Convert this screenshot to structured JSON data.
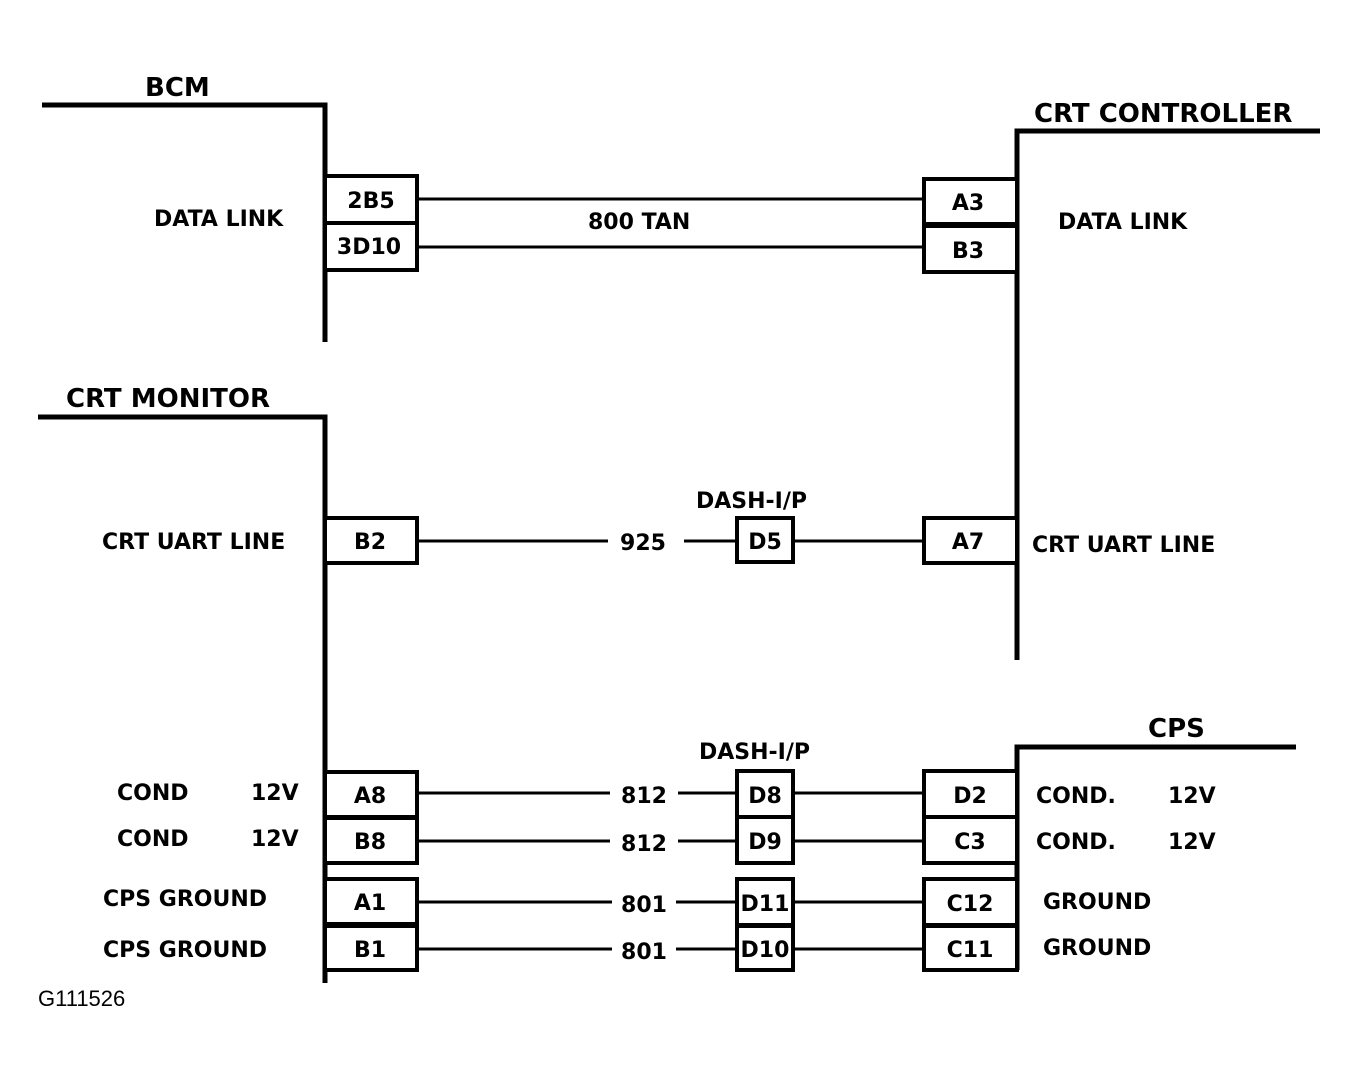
{
  "components": {
    "bcm": {
      "title": "BCM",
      "data_link_label": "DATA LINK",
      "pins": [
        "2B5",
        "3D10"
      ]
    },
    "crt_controller": {
      "title": "CRT CONTROLLER",
      "data_link_label": "DATA LINK",
      "pins": [
        "A3",
        "B3",
        "A7"
      ],
      "uart_label": "CRT UART LINE"
    },
    "crt_monitor": {
      "title": "CRT MONITOR",
      "uart_label": "CRT UART LINE",
      "uart_pin": "B2",
      "rows": [
        {
          "label": "COND",
          "volt": "12V",
          "pin": "A8"
        },
        {
          "label": "COND",
          "volt": "12V",
          "pin": "B8"
        },
        {
          "label": "CPS GROUND",
          "volt": "",
          "pin": "A1"
        },
        {
          "label": "CPS GROUND",
          "volt": "",
          "pin": "B1"
        }
      ]
    },
    "cps": {
      "title": "CPS",
      "rows": [
        {
          "label": "COND.",
          "volt": "12V",
          "pin": "D2"
        },
        {
          "label": "COND.",
          "volt": "12V",
          "pin": "C3"
        },
        {
          "label": "GROUND",
          "volt": "",
          "pin": "C12"
        },
        {
          "label": "GROUND",
          "volt": "",
          "pin": "C11"
        }
      ]
    }
  },
  "connectors": {
    "dash_upper": {
      "label": "DASH-I/P",
      "pins": [
        "D5"
      ]
    },
    "dash_lower": {
      "label": "DASH-I/P",
      "pins": [
        "D8",
        "D9",
        "D11",
        "D10"
      ]
    }
  },
  "wires": {
    "data_link": "800 TAN",
    "uart": "925",
    "cond": [
      "812",
      "812"
    ],
    "ground": [
      "801",
      "801"
    ]
  },
  "figure_ref": "G111526"
}
